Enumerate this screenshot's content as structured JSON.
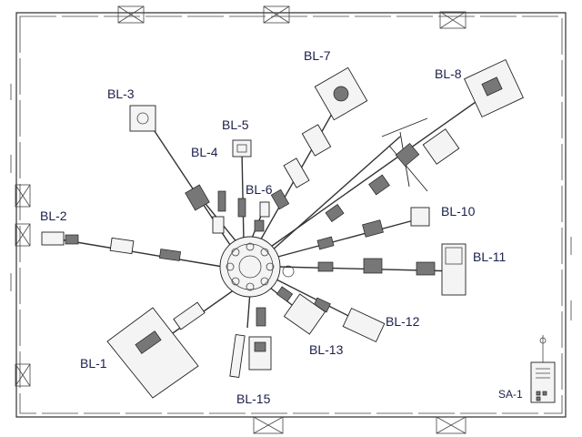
{
  "figure": {
    "kind": "synchrotron beamline floor plan"
  },
  "beamlines": [
    {
      "id": "bl-1",
      "label": "BL-1"
    },
    {
      "id": "bl-2",
      "label": "BL-2"
    },
    {
      "id": "bl-3",
      "label": "BL-3"
    },
    {
      "id": "bl-4",
      "label": "BL-4"
    },
    {
      "id": "bl-5",
      "label": "BL-5"
    },
    {
      "id": "bl-6",
      "label": "BL-6"
    },
    {
      "id": "bl-7",
      "label": "BL-7"
    },
    {
      "id": "bl-8",
      "label": "BL-8"
    },
    {
      "id": "bl-10",
      "label": "BL-10"
    },
    {
      "id": "bl-11",
      "label": "BL-11"
    },
    {
      "id": "bl-12",
      "label": "BL-12"
    },
    {
      "id": "bl-13",
      "label": "BL-13"
    },
    {
      "id": "bl-15",
      "label": "BL-15"
    }
  ],
  "station": {
    "label": "SA-1"
  },
  "colors": {
    "label": "#1b1f4a",
    "line": "#333333",
    "background": "#ffffff"
  }
}
